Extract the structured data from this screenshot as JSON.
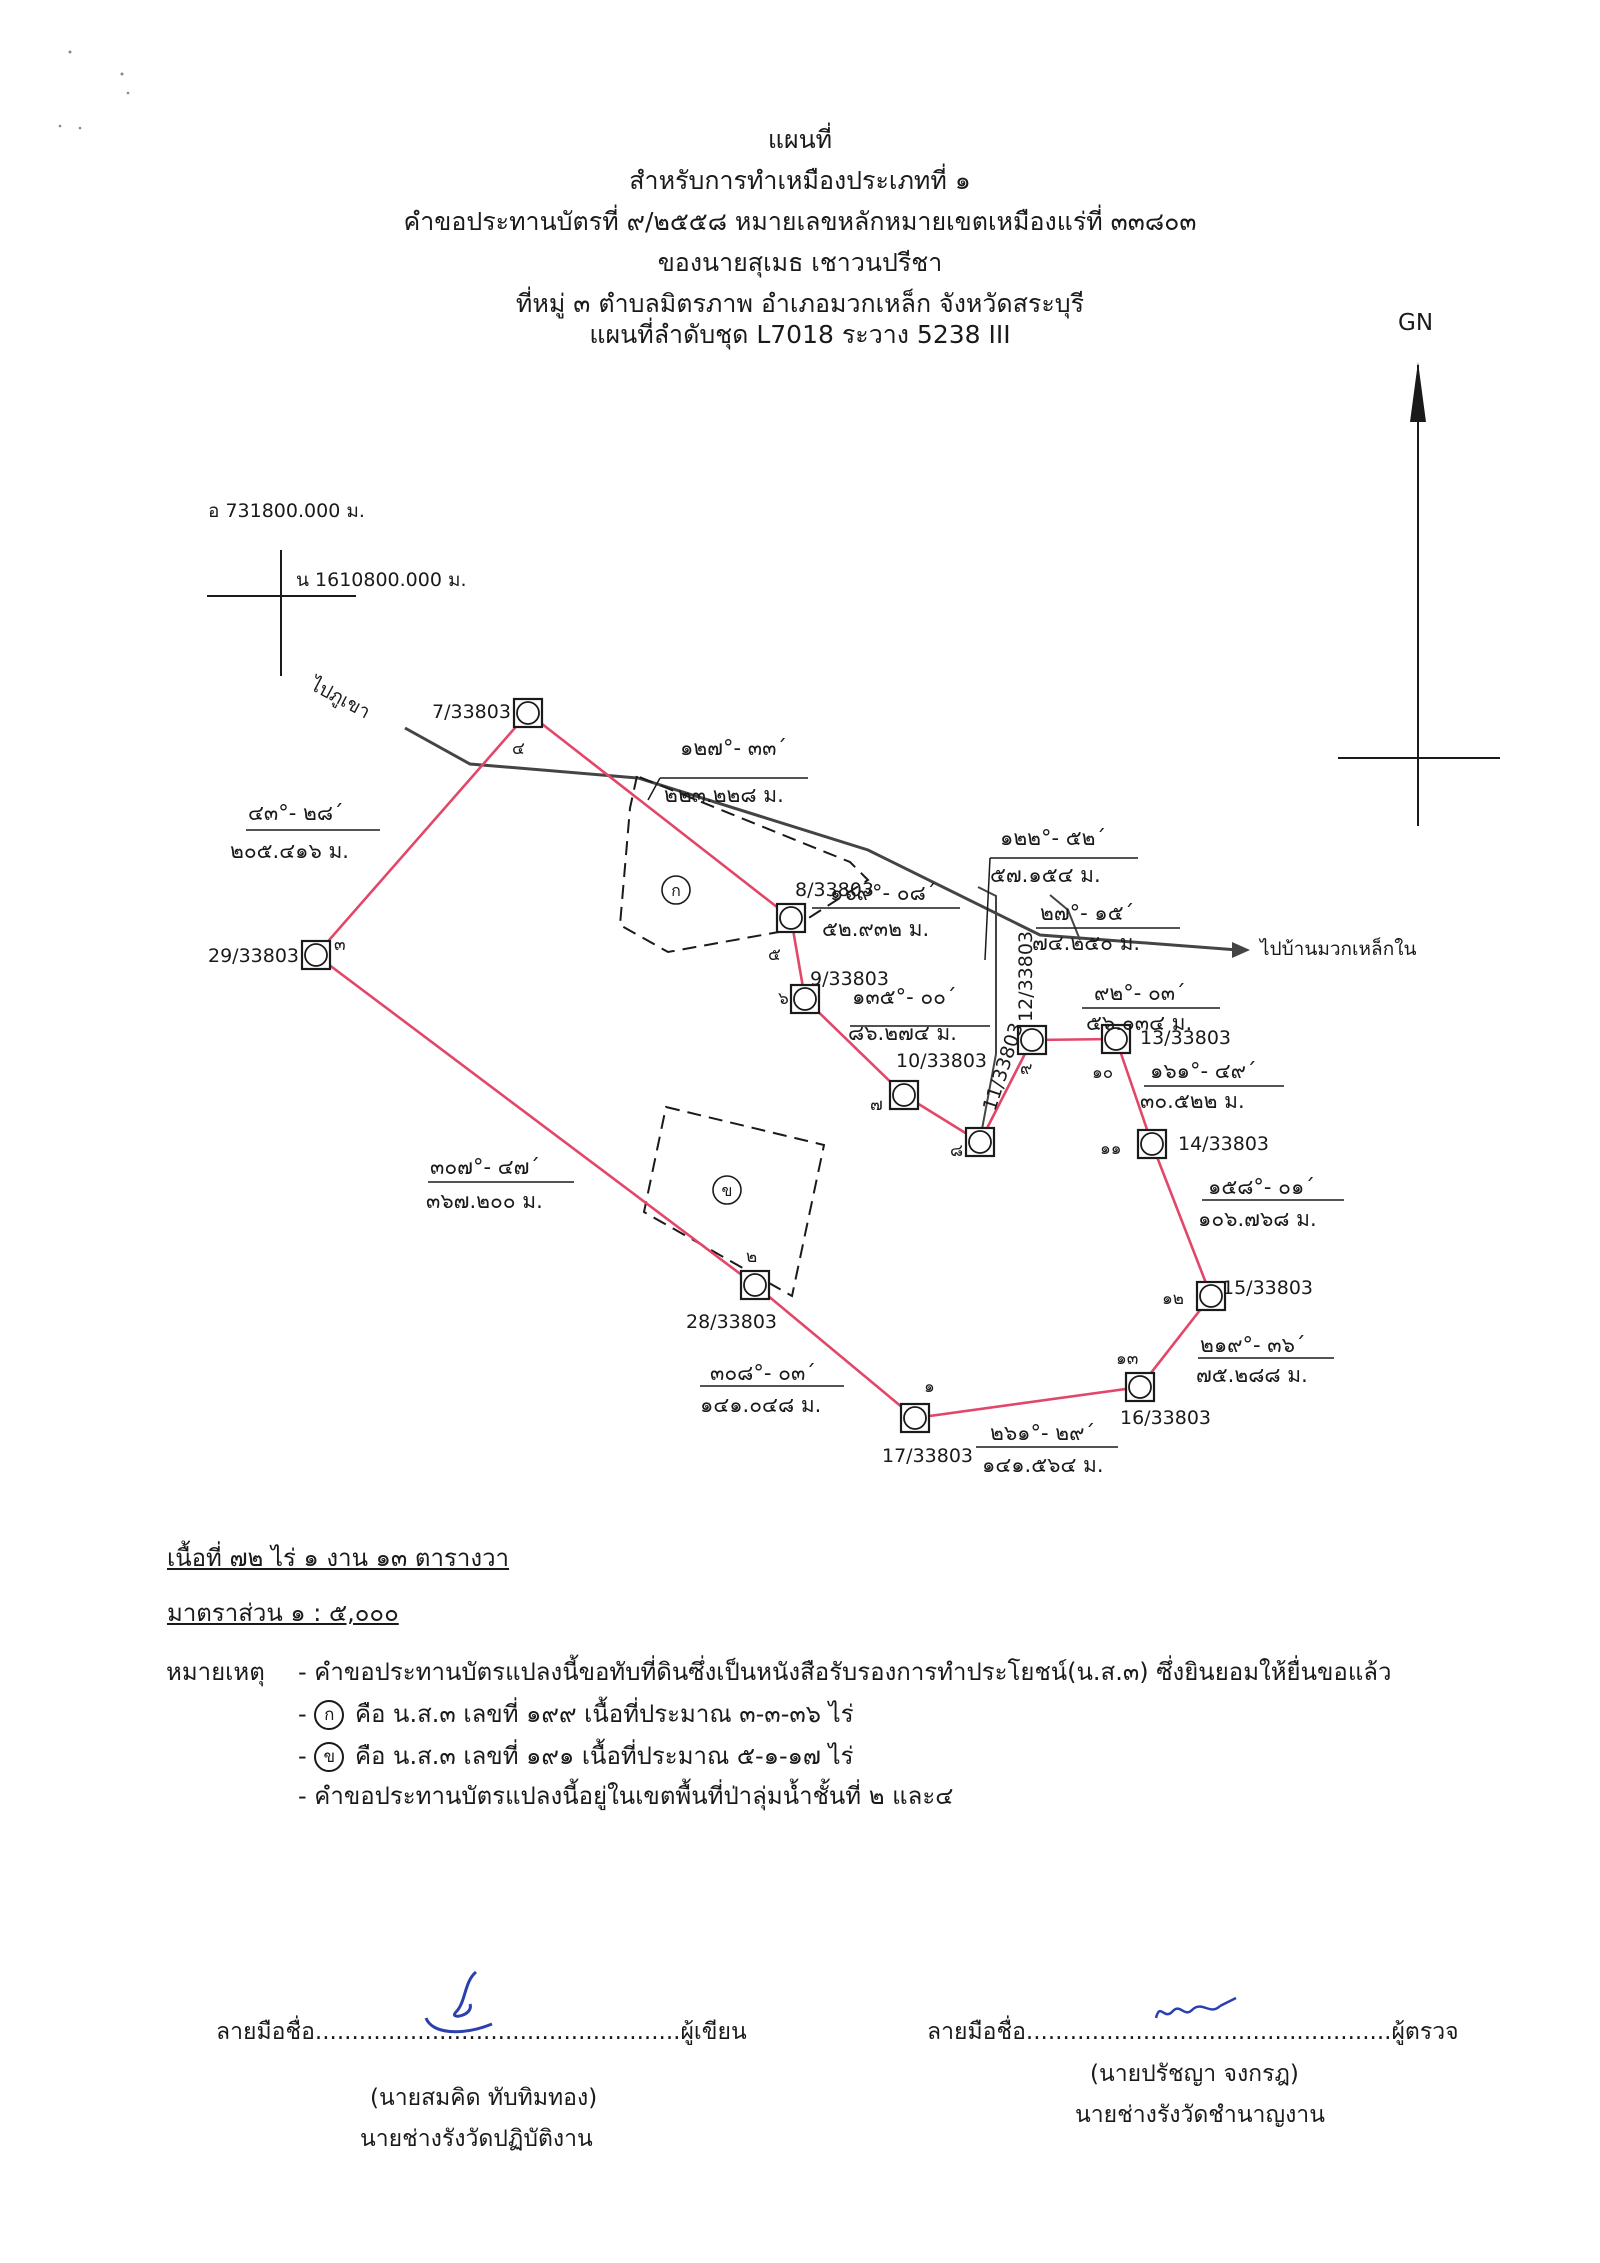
{
  "title": {
    "line1": "แผนที่",
    "line2": "สำหรับการทำเหมืองประเภทที่ ๑",
    "line3": "คำขอประทานบัตรที่  ๙/๒๕๕๘ หมายเลขหลักหมายเขตเหมืองแร่ที่ ๓๓๘๐๓",
    "line4": "ของนายสุเมธ เชาวนปรีชา",
    "line5": "ที่หมู่ ๓ ตำบลมิตรภาพ อำเภอมวกเหล็ก จังหวัดสระบุรี",
    "line6": "แผนที่ลำดับชุด L7018 ระวาง 5238 III"
  },
  "north_label": "GN",
  "grid": {
    "easting": "อ 731800.000 ม.",
    "northing": "น 1610800.000 ม."
  },
  "roads": {
    "west_label": "ไปภูเขา",
    "east_label": "ไปบ้านมวกเหล็กใน"
  },
  "markers": [
    {
      "id": "7/33803",
      "seq": "๔"
    },
    {
      "id": "8/33803",
      "seq": "๕"
    },
    {
      "id": "9/33803",
      "seq": "๖"
    },
    {
      "id": "10/33803",
      "seq": "๗"
    },
    {
      "id": "11/33803",
      "seq": "๘"
    },
    {
      "id": "12/33803",
      "seq": "๙"
    },
    {
      "id": "13/33803",
      "seq": "๑๐"
    },
    {
      "id": "14/33803",
      "seq": "๑๑"
    },
    {
      "id": "15/33803",
      "seq": "๑๒"
    },
    {
      "id": "16/33803",
      "seq": "๑๓"
    },
    {
      "id": "17/33803",
      "seq": "๑"
    },
    {
      "id": "28/33803",
      "seq": "๒"
    },
    {
      "id": "29/33803",
      "seq": "๓"
    }
  ],
  "legs": [
    {
      "bearing": "๔๓°- ๒๘´",
      "distance": "๒๐๕.๔๑๖ ม."
    },
    {
      "bearing": "๑๒๗°- ๓๓´",
      "distance": "๒๒๓.๒๒๘ ม."
    },
    {
      "bearing": "๑๖๙°- ๐๘´",
      "distance": "๕๒.๙๓๒ ม."
    },
    {
      "bearing": "๑๓๕°- ๐๐´",
      "distance": "๘๖.๒๗๔ ม."
    },
    {
      "bearing": "๑๒๒°- ๕๒´",
      "distance": "๕๗.๑๕๔ ม."
    },
    {
      "bearing": "๒๗°- ๑๕´",
      "distance": "๗๔.๒๕๐ ม."
    },
    {
      "bearing": "๙๒°- ๐๓´",
      "distance": "๕๖.๐๓๔ ม."
    },
    {
      "bearing": "๑๖๑°- ๔๙´",
      "distance": "๓๐.๕๒๒ ม."
    },
    {
      "bearing": "๑๕๘°- ๐๑´",
      "distance": "๑๐๖.๗๖๘ ม."
    },
    {
      "bearing": "๒๑๙°- ๓๖´",
      "distance": "๗๕.๒๘๘ ม."
    },
    {
      "bearing": "๒๖๑°- ๒๙´",
      "distance": "๑๔๑.๕๖๔ ม."
    },
    {
      "bearing": "๓๐๘°- ๐๓´",
      "distance": "๑๔๑.๐๔๘ ม."
    },
    {
      "bearing": "๓๐๗°- ๔๗´",
      "distance": "๓๖๗.๒๐๐ ม."
    }
  ],
  "parcels": {
    "a": "ก",
    "b": "ข"
  },
  "area": "เนื้อที่ ๗๒ ไร่ ๑ งาน ๑๓ ตารางวา",
  "scale": "มาตราส่วน  ๑ : ๕,๐๐๐",
  "remarks": {
    "label": "หมายเหตุ",
    "line1": "- คำขอประทานบัตรแปลงนี้ขอทับที่ดินซึ่งเป็นหนังสือรับรองการทำประโยชน์(น.ส.๓) ซึ่งยินยอมให้ยื่นขอแล้ว",
    "line2_prefix": "-",
    "line2_circle": "ก",
    "line2": "คือ น.ส.๓ เลขที่ ๑๙๙ เนื้อที่ประมาณ ๓-๓-๓๖ ไร่",
    "line3_prefix": "-",
    "line3_circle": "ข",
    "line3": "คือ น.ส.๓ เลขที่ ๑๙๑ เนื้อที่ประมาณ ๕-๑-๑๗ ไร่",
    "line4": "- คำขอประทานบัตรแปลงนี้อยู่ในเขตพื้นที่ป่าลุ่มน้ำชั้นที่ ๒ และ๔"
  },
  "signatures": {
    "writer": {
      "prefix": "ลายมือชื่อ",
      "dots": "..................................................",
      "role": "ผู้เขียน",
      "name": "(นายสมคิด ทับทิมทอง)",
      "title": "นายช่างรังวัดปฏิบัติงาน"
    },
    "checker": {
      "prefix": "ลายมือชื่อ",
      "dots": "..................................................",
      "role": "ผู้ตรวจ",
      "name": "(นายปรัชญา จงกรฎ)",
      "title": "นายช่างรังวัดชำนาญงาน"
    }
  }
}
